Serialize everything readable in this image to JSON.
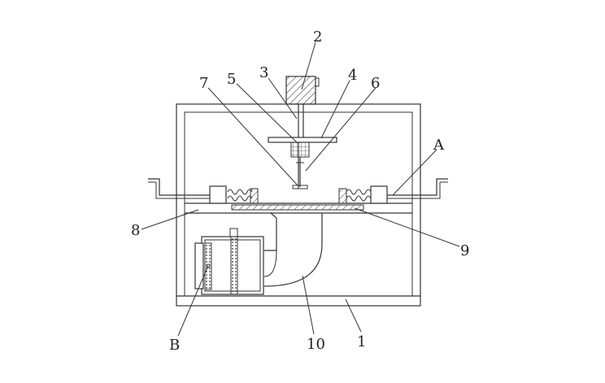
{
  "diagram": {
    "colors": {
      "line": "#333333",
      "background": "#ffffff"
    },
    "labels": {
      "l1": "1",
      "l2": "2",
      "l3": "3",
      "l4": "4",
      "l5": "5",
      "l6": "6",
      "l7": "7",
      "l8": "8",
      "l9": "9",
      "l10": "10",
      "lA": "A",
      "lB": "B"
    }
  }
}
